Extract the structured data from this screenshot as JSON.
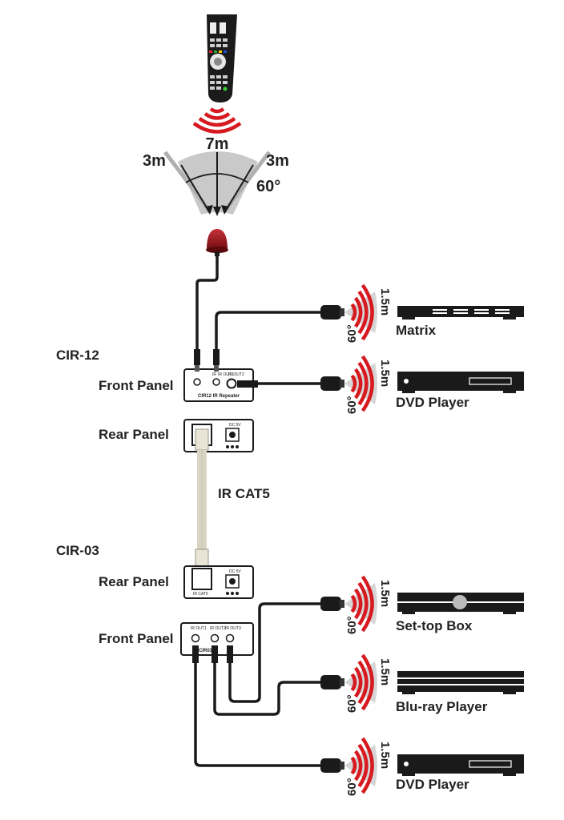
{
  "remote": {
    "range_center": "7m",
    "range_left": "3m",
    "range_right": "3m",
    "angle": "60°"
  },
  "cir12": {
    "title": "CIR-12",
    "front_panel": "Front Panel",
    "rear_panel": "Rear Panel",
    "front_labels": [
      "IR",
      "IR OUT1",
      "IR OUT2"
    ],
    "model_text": "CIR12  IR Repeater",
    "rear_dc": "DC 5V"
  },
  "cable_label": "IR CAT5",
  "cir03": {
    "title": "CIR-03",
    "rear_panel": "Rear Panel",
    "front_panel": "Front Panel",
    "rear_port": "IR CAT5",
    "rear_dc": "DC 5V",
    "front_labels": [
      "IR OUT1",
      "IR OUT2",
      "IR OUT3"
    ],
    "model_text": "CIR03"
  },
  "emitter": {
    "distance": "1.5m",
    "angle": "60°"
  },
  "devices": [
    "Matrix",
    "DVD Player",
    "Set-top Box",
    "Blu-ray Player",
    "DVD Player"
  ],
  "colors": {
    "ir_red": "#d71920",
    "cable": "#222222",
    "cat5": "#d8d4c4",
    "receiver": "#a0141a"
  }
}
